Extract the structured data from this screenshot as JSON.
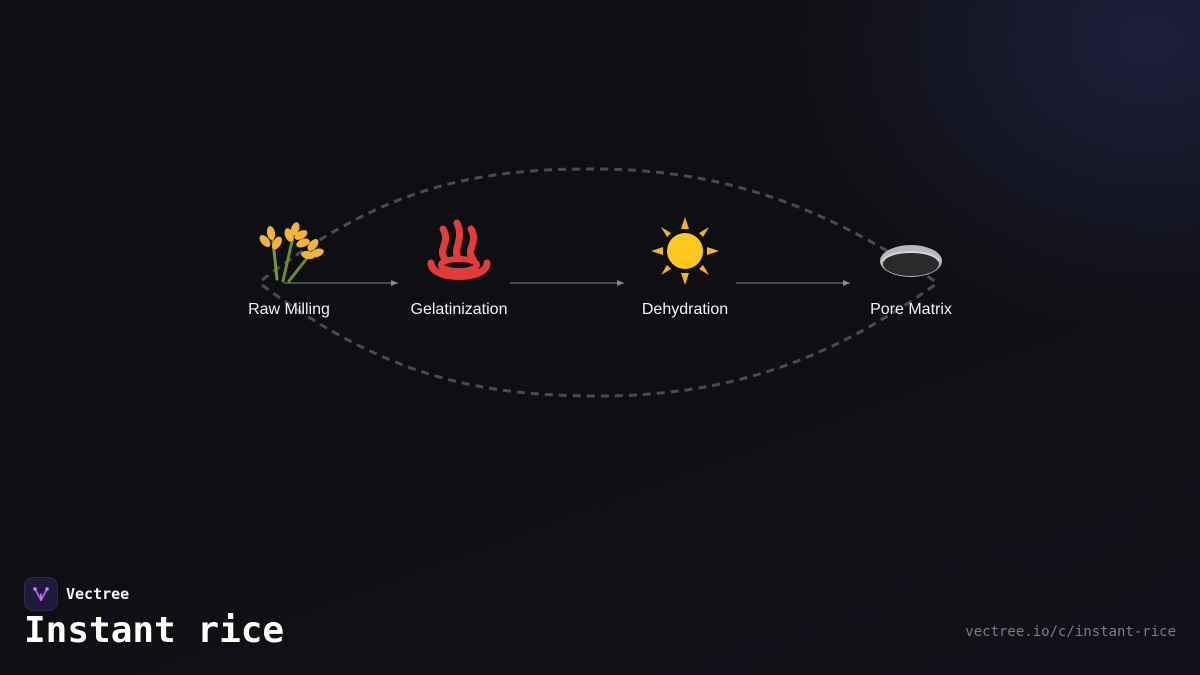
{
  "brand": {
    "name": "Vectree",
    "logo_icon": "vectree-logo-icon",
    "logo_color": "#a855f7"
  },
  "title": "Instant rice",
  "url": "vectree.io/c/instant-rice",
  "colors": {
    "background": "#0f0f13",
    "arrow": "#8a8a92",
    "dashed_loop": "#4a4a50",
    "label": "#f2f2f5"
  },
  "steps": [
    {
      "label": "Raw Milling",
      "icon": "wheat-sheaf-icon"
    },
    {
      "label": "Gelatinization",
      "icon": "hot-springs-steam-icon"
    },
    {
      "label": "Dehydration",
      "icon": "sun-icon"
    },
    {
      "label": "Pore Matrix",
      "icon": "hole-icon"
    }
  ]
}
